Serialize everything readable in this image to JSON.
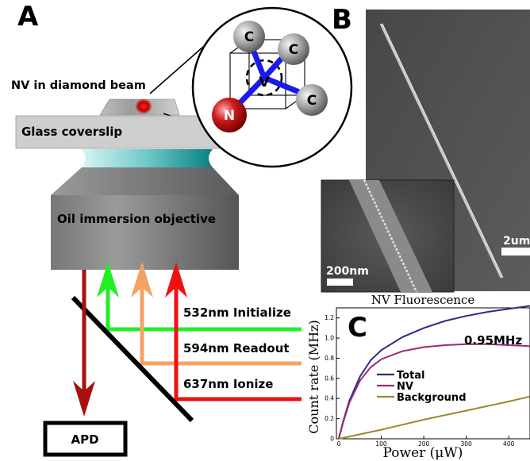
{
  "panels": {
    "a": "A",
    "b": "B",
    "c": "C"
  },
  "setup": {
    "nv_label": "NV in diamond beam",
    "coverslip_label": "Glass coverslip",
    "objective_label": "Oil immersion objective",
    "apd_label": "APD",
    "lasers": [
      {
        "label": "532nm Initialize",
        "color": "#22ee22"
      },
      {
        "label": "594nm Readout",
        "color": "#f4a263"
      },
      {
        "label": "637nm Ionize",
        "color": "#ee1111"
      }
    ],
    "apd_arrow_color": "#a81010"
  },
  "lattice": {
    "atoms": [
      {
        "symbol": "C"
      },
      {
        "symbol": "C"
      },
      {
        "symbol": "C"
      },
      {
        "symbol": "N"
      }
    ],
    "vacancy": "V"
  },
  "sem": {
    "scalebar_main": "2um",
    "scalebar_inset": "200nm"
  },
  "chart_data": {
    "type": "line",
    "title": "NV Fluorescence",
    "xlabel": "Power (μW)",
    "ylabel": "Count rate (MHz)",
    "xlim": [
      0,
      450
    ],
    "ylim": [
      0,
      1.3
    ],
    "xticks": [
      "0",
      "100",
      "200",
      "300",
      "400"
    ],
    "yticks": [
      "0",
      "0.2",
      "0.4",
      "0.6",
      "0.8",
      "1.0",
      "1.2"
    ],
    "annotation": "0.95MHz",
    "legend_position": "center-left",
    "series": [
      {
        "name": "Total",
        "color": "#2b2b8c",
        "x": [
          0,
          10,
          25,
          50,
          75,
          100,
          150,
          200,
          250,
          300,
          350,
          400,
          450
        ],
        "y": [
          0,
          0.17,
          0.38,
          0.62,
          0.78,
          0.88,
          1.01,
          1.1,
          1.17,
          1.22,
          1.26,
          1.29,
          1.32
        ]
      },
      {
        "name": "NV",
        "color": "#9b2a6e",
        "x": [
          0,
          10,
          25,
          50,
          75,
          100,
          150,
          200,
          250,
          300,
          350,
          400,
          450
        ],
        "y": [
          0,
          0.16,
          0.36,
          0.58,
          0.71,
          0.79,
          0.87,
          0.91,
          0.93,
          0.94,
          0.94,
          0.93,
          0.92
        ]
      },
      {
        "name": "Background",
        "color": "#9a8a2a",
        "x": [
          0,
          100,
          200,
          300,
          400,
          450
        ],
        "y": [
          0,
          0.09,
          0.19,
          0.28,
          0.37,
          0.42
        ]
      }
    ]
  }
}
